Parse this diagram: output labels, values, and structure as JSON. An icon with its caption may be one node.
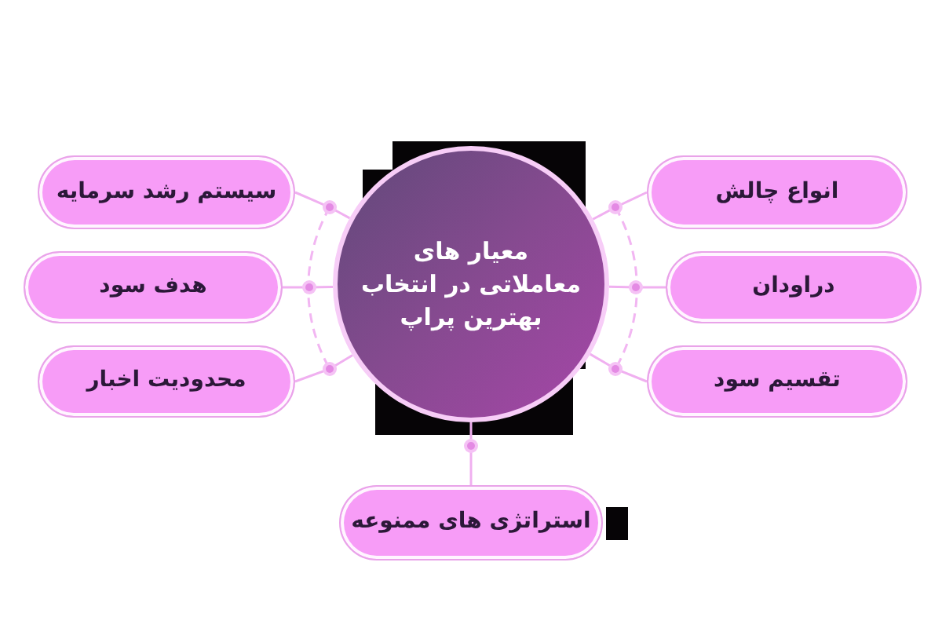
{
  "diagram": {
    "nodes": [
      {
        "text": [
          "معیار های معاملاتی در انتخاب بهترین پراپ"
        ]
      },
      {
        "text": [
          "انواع چالش"
        ]
      },
      {
        "text": [
          "سیستم رشد سرمایه"
        ]
      },
      {
        "text": [
          "دراودان"
        ]
      },
      {
        "text": [
          "هدف سود"
        ]
      },
      {
        "text": [
          "تقسیم سود"
        ]
      },
      {
        "text": [
          "محدودیت اخبار"
        ]
      },
      {
        "text": [
          "استراتژی های ممنوعه"
        ]
      }
    ],
    "edges": [
      {
        "from": 0,
        "to": 1,
        "arrow": "none"
      },
      {
        "from": 0,
        "to": 2,
        "arrow": "none"
      },
      {
        "from": 0,
        "to": 3,
        "arrow": "none"
      },
      {
        "from": 0,
        "to": 4,
        "arrow": "none"
      },
      {
        "from": 0,
        "to": 5,
        "arrow": "none"
      },
      {
        "from": 0,
        "to": 6,
        "arrow": "none"
      },
      {
        "from": 0,
        "to": 7,
        "arrow": "none"
      }
    ]
  }
}
